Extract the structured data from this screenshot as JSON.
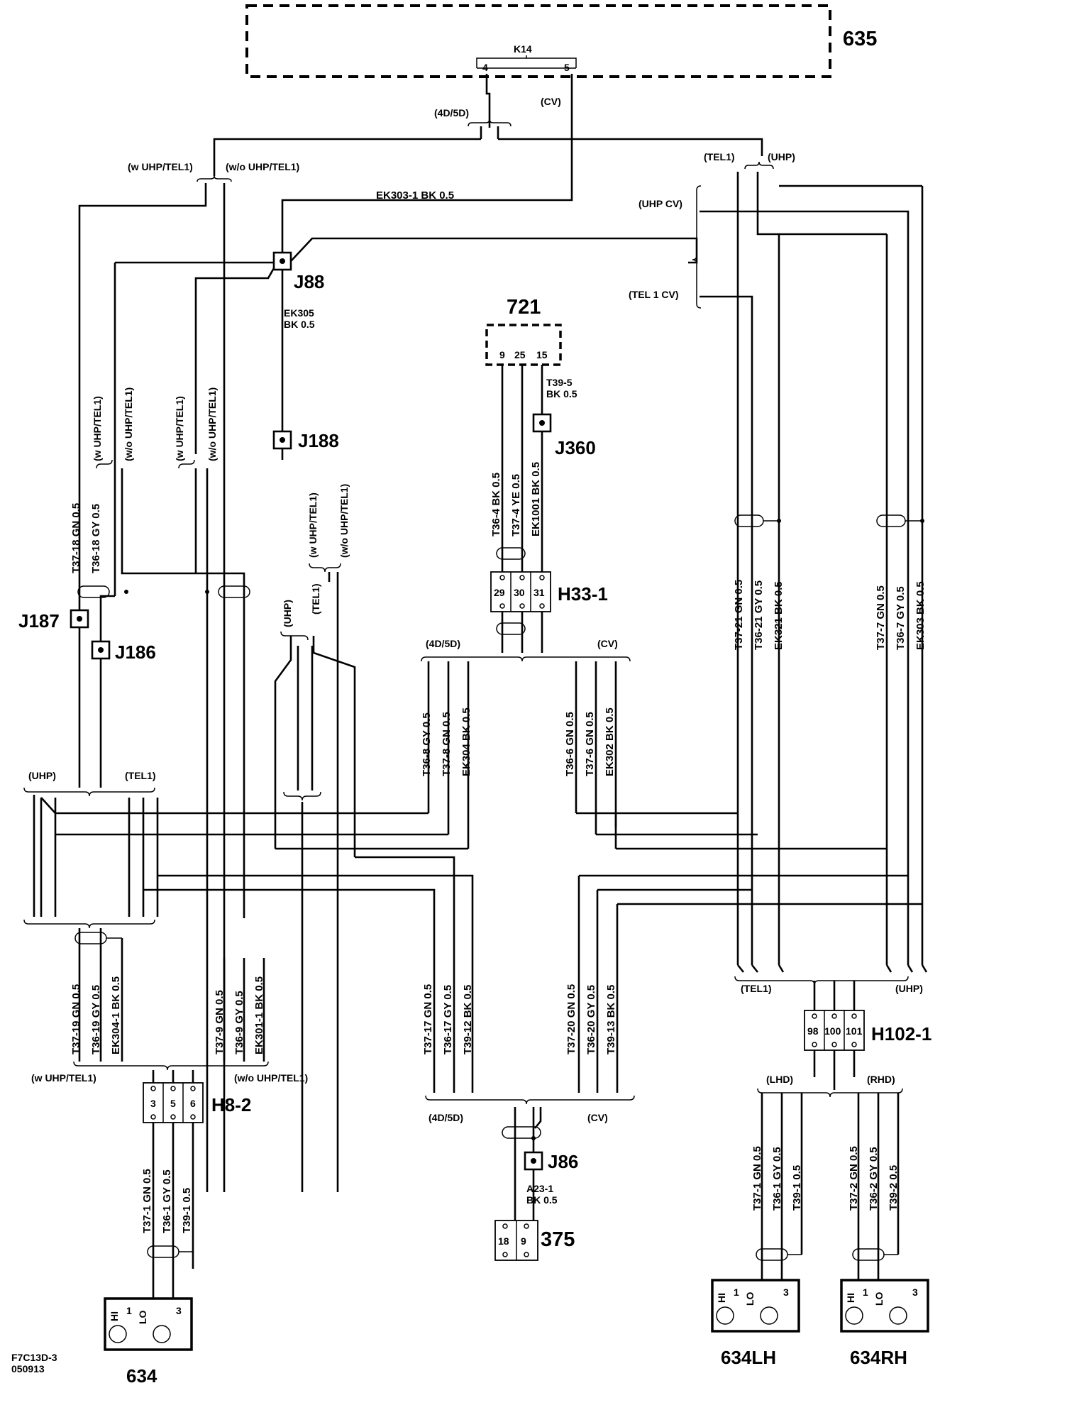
{
  "diagram": {
    "code": "F7C13D-3",
    "date": "050913",
    "modules": {
      "m635": {
        "label": "635",
        "connector": "K14",
        "pins": [
          "4",
          "5"
        ]
      },
      "m721": {
        "label": "721",
        "pins": [
          "9",
          "25",
          "15"
        ]
      },
      "m375": {
        "label": "375",
        "pins": [
          "18",
          "9"
        ]
      }
    },
    "connectors": {
      "h33": {
        "label": "H33-1",
        "pins": [
          "29",
          "30",
          "31"
        ]
      },
      "h102": {
        "label": "H102-1",
        "pins": [
          "98",
          "100",
          "101"
        ]
      },
      "h8": {
        "label": "H8-2",
        "pins": [
          "3",
          "5",
          "6"
        ]
      }
    },
    "junctions": {
      "j88": "J88",
      "j188": "J188",
      "j360": "J360",
      "j187": "J187",
      "j186": "J186",
      "j86": "J86"
    },
    "microphones": [
      {
        "label": "634",
        "pins": [
          "HI",
          "1",
          "LO",
          "3"
        ]
      },
      {
        "label": "634LH",
        "pins": [
          "HI",
          "1",
          "LO",
          "3"
        ]
      },
      {
        "label": "634RH",
        "pins": [
          "HI",
          "1",
          "LO",
          "3"
        ]
      }
    ],
    "variants": {
      "d4d5d": "(4D/5D)",
      "cv": "(CV)",
      "w_uhp_tel1": "(w UHP/TEL1)",
      "wo_uhp_tel1": "(w/o UHP/TEL1)",
      "tel1": "(TEL1)",
      "uhp": "(UHP)",
      "uhp_cv": "(UHP CV)",
      "tel1_cv": "(TEL 1 CV)",
      "lhd": "(LHD)",
      "rhd": "(RHD)"
    },
    "wires": {
      "ek303_1": "EK303-1  BK   0.5",
      "ek305_a": "EK305",
      "ek305_b": "BK    0.5",
      "t39_5_a": "T39-5",
      "t39_5_b": "BK  0.5",
      "a23_1_a": "A23-1",
      "a23_1_b": "BK   0.5",
      "t36_4": "T36-4  BK  0.5",
      "t37_4": "T37-4  YE  0.5",
      "ek1001": "EK1001  BK  0.5",
      "t37_18": "T37-18  GN 0.5",
      "t36_18": "T36-18  GY  0.5",
      "t37_21": "T37-21  GN  0.5",
      "t36_21": "T36-21  GY  0.5",
      "ek321": "EK321  BK  0.5",
      "t37_7": "T37-7  GN  0.5",
      "t36_7": "T36-7  GY  0.5",
      "ek303": "EK303  BK  0.5",
      "t36_8": "T36-8  GY  0.5",
      "t37_8": "T37-8  GN  0.5",
      "ek304": "EK304  BK  0.5",
      "t36_6": "T36-6  GN  0.5",
      "t37_6": "T37-6  GN  0.5",
      "ek302": "EK302  BK  0.5",
      "t37_19": "T37-19  GN 0.5",
      "t36_19": "T36-19  GY 0.5",
      "ek304_1": "EK304-1 BK 0.5",
      "t37_9": "T37-9  GN  0.5",
      "t36_9": "T36-9  GY  0.5",
      "ek301_1": "EK301-1  BK  0.5",
      "t37_17": "T37-17  GN  0.5",
      "t36_17": "T36-17  GY  0.5",
      "t39_12": "T39-12  BK  0.5",
      "t37_20": "T37-20  GN  0.5",
      "t36_20": "T36-20  GY  0.5",
      "t39_13": "T39-13  BK  0.5",
      "t37_1": "T37-1  GN  0.5",
      "t36_1": "T36-1  GY  0.5",
      "t39_1": "T39-1  0.5",
      "t37_1r": "T37-1  GN  0.5",
      "t36_1r": "T36-1  GY  0.5",
      "t39_1r": "T39-1  0.5",
      "t37_2": "T37-2  GN  0.5",
      "t36_2": "T36-2  GY  0.5",
      "t39_2": "T39-2  0.5"
    }
  }
}
